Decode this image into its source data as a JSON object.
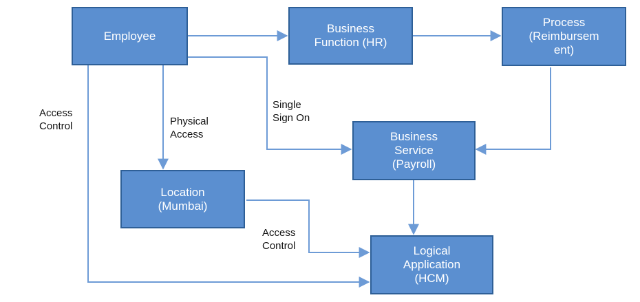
{
  "colors": {
    "box_fill": "#5b8fd0",
    "box_border": "#2e5f97",
    "box_text": "#ffffff",
    "connector": "#6d9bd6"
  },
  "nodes": {
    "employee": [
      "Employee"
    ],
    "business_function": [
      "Business",
      "Function (HR)"
    ],
    "process": [
      "Process",
      "(Reimbursem",
      "ent)"
    ],
    "business_service": [
      "Business",
      "Service",
      "(Payroll)"
    ],
    "location": [
      "Location",
      "(Mumbai)"
    ],
    "logical_application": [
      "Logical",
      "Application",
      "(HCM)"
    ]
  },
  "edge_labels": {
    "access_control_left": [
      "Access",
      "Control"
    ],
    "physical_access": [
      "Physical",
      "Access"
    ],
    "single_sign_on": [
      "Single",
      "Sign On"
    ],
    "access_control_bottom": [
      "Access",
      "Control"
    ]
  }
}
